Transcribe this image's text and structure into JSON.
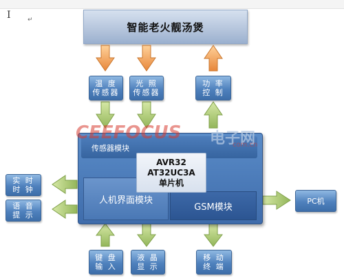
{
  "title": "智能老火靓汤煲",
  "boxes": {
    "temp_sensor": "温 度\n传感器",
    "light_sensor": "光 照\n传感器",
    "power_control": "功 率\n控 制",
    "rtc": "实 时\n时 钟",
    "voice_prompt": "语 音\n提 示",
    "pc": "PC机",
    "keyboard": "键 盘\n输 入",
    "lcd": "液 晶\n显 示",
    "mobile": "移 动\n终 端"
  },
  "main_block": {
    "sensor_module": "传感器模块",
    "mcu_line1": "AVR32",
    "mcu_line2": "AT32UC3A",
    "mcu_line3": "单片机",
    "hmi_module": "人机界面模块",
    "gsm_module": "GSM模块"
  },
  "watermark": {
    "brand": "CEEFOCUS",
    "cn": "电子网",
    "url": "com.cn"
  },
  "editor": {
    "cursor": "I"
  },
  "colors": {
    "orange_arrow": "#f5a04a",
    "green_arrow": "#a6c56a",
    "box_blue": "#4f81bd"
  }
}
